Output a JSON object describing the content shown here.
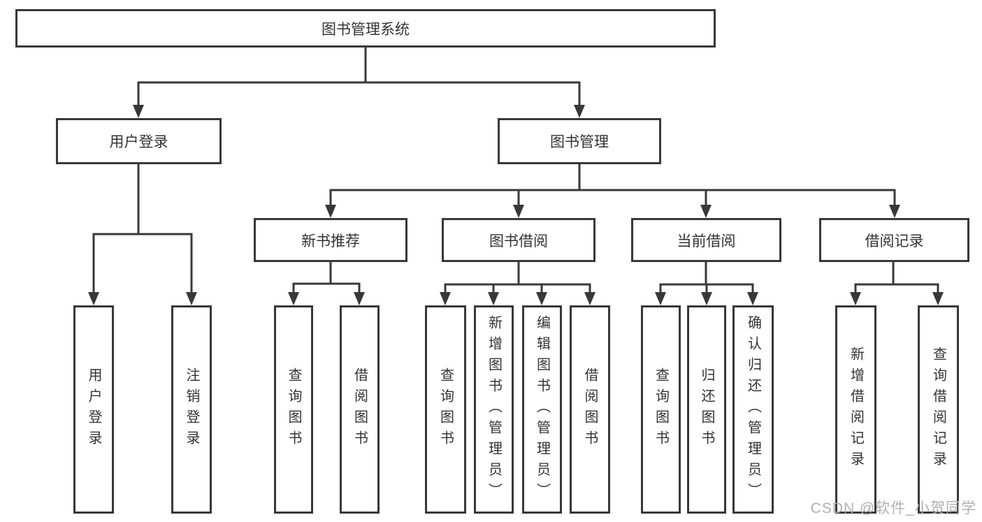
{
  "tree": {
    "root": {
      "label": "图书管理系统"
    },
    "user_login": {
      "label": "用户登录",
      "children": [
        "用户登录",
        "注销登录"
      ]
    },
    "book_mgmt": {
      "label": "图书管理",
      "sections": [
        {
          "label": "新书推荐",
          "children": [
            "查询图书",
            "借阅图书"
          ]
        },
        {
          "label": "图书借阅",
          "children": [
            "查询图书",
            "新增图书（管理员）",
            "编辑图书（管理员）",
            "借阅图书"
          ]
        },
        {
          "label": "当前借阅",
          "children": [
            "查询图书",
            "归还图书",
            "确认归还（管理员）"
          ]
        },
        {
          "label": "借阅记录",
          "children": [
            "新增借阅记录",
            "查询借阅记录"
          ]
        }
      ]
    }
  },
  "watermark": "CSDN @软件_小贺同学",
  "colors": {
    "line": "#383838",
    "text": "#333333",
    "box_background": "#ffffff",
    "watermark": "#b0b0b0"
  }
}
